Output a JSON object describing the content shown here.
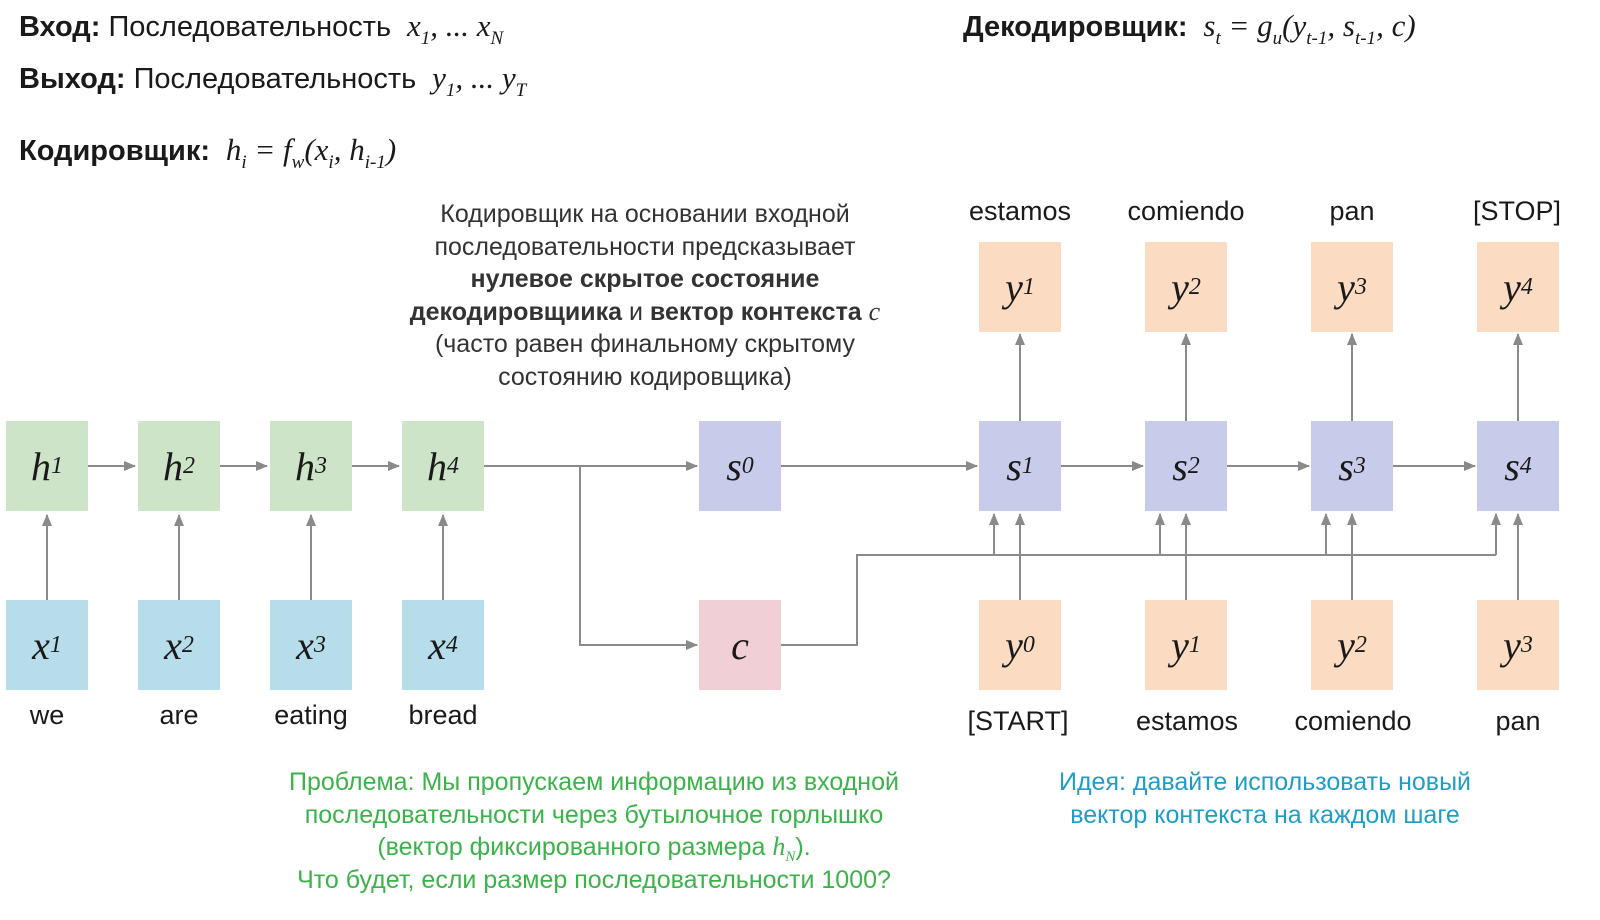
{
  "header": {
    "input_label": "Вход:",
    "input_text": "Последовательность",
    "input_seq": [
      "x",
      "1",
      ", ... ",
      "x",
      "N"
    ],
    "output_label": "Выход:",
    "output_text": "Последовательность",
    "output_seq": [
      "y",
      "1",
      ", ... ",
      "y",
      "T"
    ],
    "encoder_label": "Кодировщик:",
    "encoder_formula": [
      "h",
      "i",
      " = ",
      "f",
      "w",
      "(x",
      "i",
      ", h",
      "i-1",
      ")"
    ],
    "decoder_label": "Декодировщик:",
    "decoder_formula": [
      "s",
      "t",
      " = ",
      "g",
      "u",
      "(y",
      "t-1",
      ", s",
      "t-1",
      ", c)"
    ]
  },
  "encoder": {
    "hidden": [
      {
        "sym": "h",
        "idx": "1"
      },
      {
        "sym": "h",
        "idx": "2"
      },
      {
        "sym": "h",
        "idx": "3"
      },
      {
        "sym": "h",
        "idx": "4"
      }
    ],
    "inputs": [
      {
        "sym": "x",
        "idx": "1",
        "word": "we"
      },
      {
        "sym": "x",
        "idx": "2",
        "word": "are"
      },
      {
        "sym": "x",
        "idx": "3",
        "word": "eating"
      },
      {
        "sym": "x",
        "idx": "4",
        "word": "bread"
      }
    ]
  },
  "bridge": {
    "s0": {
      "sym": "s",
      "idx": "0"
    },
    "c": {
      "sym": "c"
    }
  },
  "decoder": {
    "outputs": [
      {
        "sym": "y",
        "idx": "1",
        "word": "estamos"
      },
      {
        "sym": "y",
        "idx": "2",
        "word": "comiendo"
      },
      {
        "sym": "y",
        "idx": "3",
        "word": "pan"
      },
      {
        "sym": "y",
        "idx": "4",
        "word": "[STOP]"
      }
    ],
    "states": [
      {
        "sym": "s",
        "idx": "1"
      },
      {
        "sym": "s",
        "idx": "2"
      },
      {
        "sym": "s",
        "idx": "3"
      },
      {
        "sym": "s",
        "idx": "4"
      }
    ],
    "inputs": [
      {
        "sym": "y",
        "idx": "0",
        "word": "[START]"
      },
      {
        "sym": "y",
        "idx": "1",
        "word": "estamos"
      },
      {
        "sym": "y",
        "idx": "2",
        "word": "comiendo"
      },
      {
        "sym": "y",
        "idx": "3",
        "word": "pan"
      }
    ]
  },
  "notes": {
    "encoder_note": {
      "line1": "Кодировщик на основании входной",
      "line2": "последовательности предсказывает",
      "line3_bold": "нулевое скрытое состояние",
      "line4_bold1": "декодировщиика",
      "line4_mid": " и ",
      "line4_bold2": "вектор контекста",
      "line4_sym": "c",
      "line5": "(часто равен финальному скрытому",
      "line6": "состоянию кодировщика)"
    },
    "problem": {
      "line1": "Проблема: Мы пропускаем информацию из входной",
      "line2": "последовательности через бутылочное горлышко",
      "line3_pre": "(вектор фиксированного размера ",
      "line3_sym": "h",
      "line3_sub": "N",
      "line3_post": ").",
      "line4": "Что будет, если размер последовательности 1000?"
    },
    "idea": {
      "line1": "Идея: давайте использовать новый",
      "line2": "вектор контекста на каждом шаге"
    }
  },
  "colors": {
    "encoder_hidden": "#cde4c8",
    "encoder_input": "#b6dde9",
    "decoder_state": "#c9cbea",
    "context": "#f1cfd6",
    "decoder_token": "#fbdcc2",
    "arrow": "#8a8a8a",
    "problem_text": "#3cb34a",
    "idea_text": "#1f9dc6"
  }
}
